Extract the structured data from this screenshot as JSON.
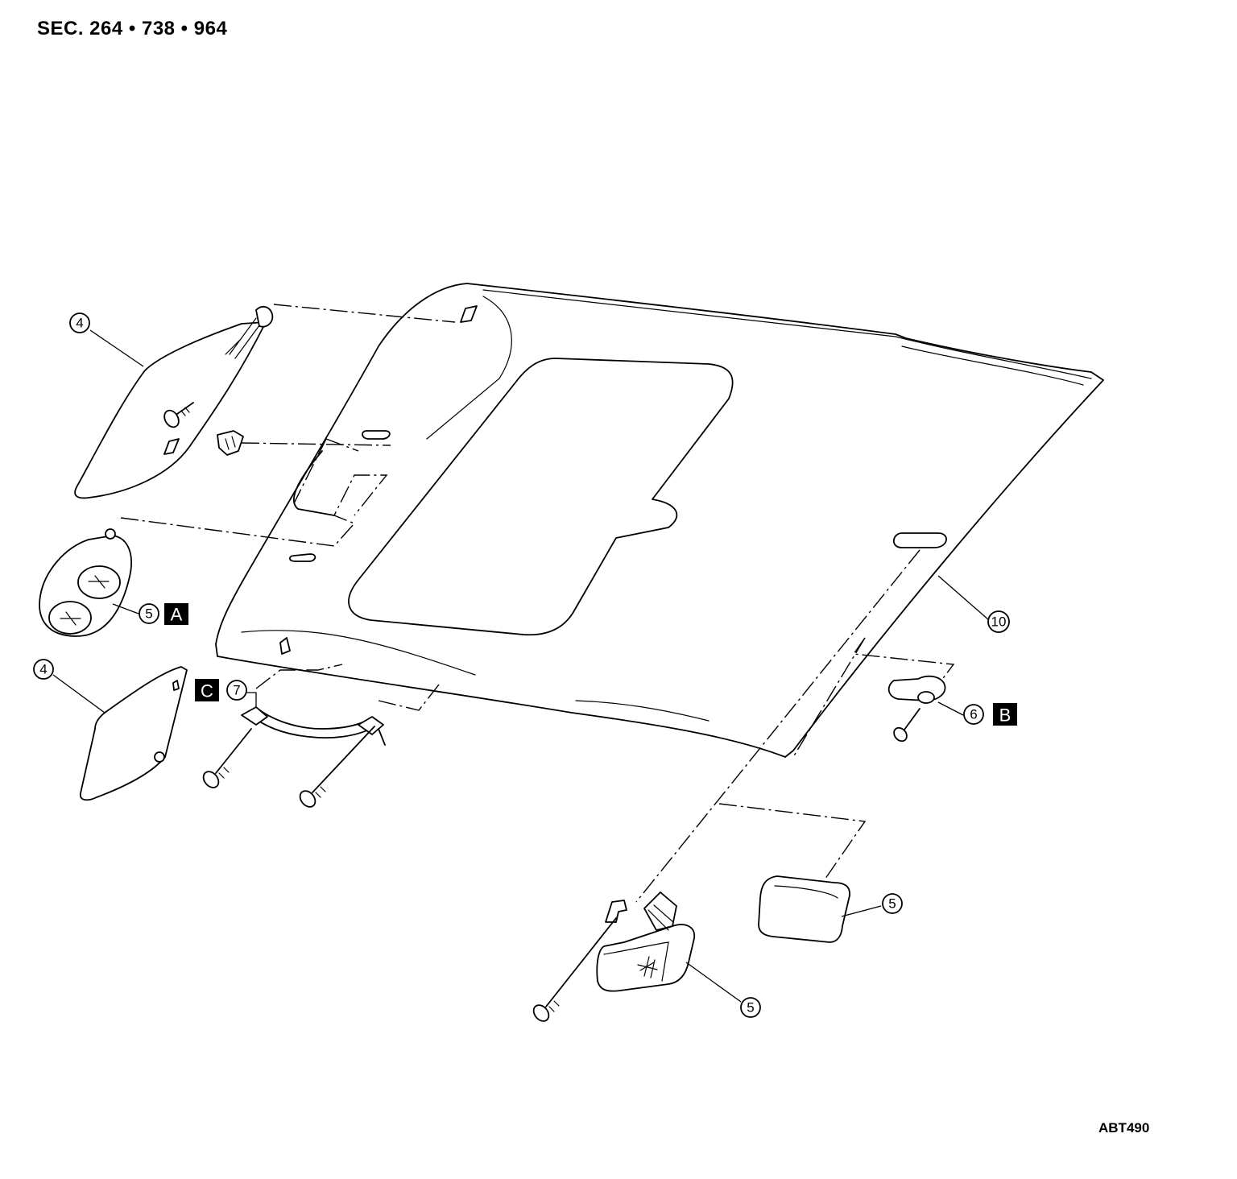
{
  "header": {
    "title": "SEC. 264 • 738 • 964"
  },
  "footer": {
    "figure_code": "ABT490"
  },
  "callouts": [
    {
      "id": "c4-upper",
      "label": "4"
    },
    {
      "id": "c5-a",
      "label": "5"
    },
    {
      "id": "c4-lower",
      "label": "4"
    },
    {
      "id": "c7",
      "label": "7"
    },
    {
      "id": "c10",
      "label": "10"
    },
    {
      "id": "c6",
      "label": "6"
    },
    {
      "id": "c5-right",
      "label": "5"
    },
    {
      "id": "c5-bottom",
      "label": "5"
    }
  ],
  "tags": [
    {
      "id": "tag-a",
      "label": "A"
    },
    {
      "id": "tag-c",
      "label": "C"
    },
    {
      "id": "tag-b",
      "label": "B"
    }
  ],
  "icons": {
    "screw": "screw-icon",
    "clip": "clip-icon"
  }
}
